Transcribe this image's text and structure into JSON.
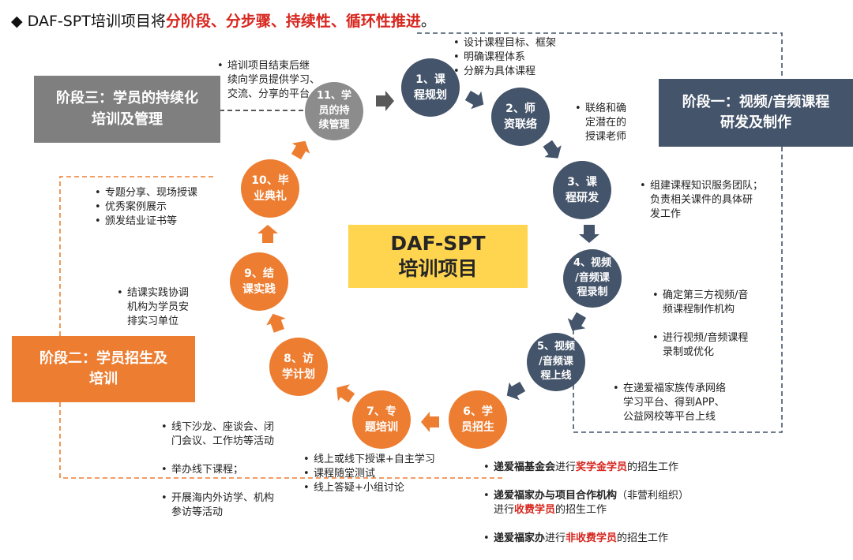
{
  "headline": {
    "prefix": "◆  DAF-SPT培训项目将",
    "highlight": "分阶段、分步骤、持续性、循环性推进",
    "suffix": "。"
  },
  "center_title": "DAF-SPT\n培训项目",
  "stages": {
    "one": "阶段一：视频/音频课程\n研发及制作",
    "two": "阶段二：学员招生及\n培训",
    "three": "阶段三：学员的持续化\n培训及管理"
  },
  "steps": [
    {
      "label": "1、课\n程规划"
    },
    {
      "label": "2、师\n资联络"
    },
    {
      "label": "3、课\n程研发"
    },
    {
      "label": "4、视频\n/音频课\n程录制"
    },
    {
      "label": "5、视频\n/音频课\n程上线"
    },
    {
      "label": "6、学\n员招生"
    },
    {
      "label": "7、专\n题培训"
    },
    {
      "label": "8、访\n学计划"
    },
    {
      "label": "9、结\n课实践"
    },
    {
      "label": "10、毕\n业典礼"
    },
    {
      "label": "11、学\n员的持\n续管理"
    }
  ],
  "notes": {
    "s1": [
      "设计课程目标、框架",
      "明确课程体系",
      "分解为具体课程"
    ],
    "s2": [
      "联络和确\n定潜在的\n授课老师"
    ],
    "s3": [
      "组建课程知识服务团队；\n负责相关课件的具体研\n发工作"
    ],
    "s4": [
      "确定第三方视频/音\n频课程制作机构",
      "进行视频/音频课程\n录制或优化"
    ],
    "s5": [
      "在递爱福家族传承网络\n学习平台、得到APP、\n公益网校等平台上线"
    ],
    "s7": [
      "线上或线下授课+自主学习",
      "课程随堂测试",
      "线上答疑+小组讨论"
    ],
    "s8": [
      "线下沙龙、座谈会、闭\n门会议、工作坊等活动",
      "举办线下课程；",
      "开展海内外访学、机构\n参访等活动"
    ],
    "s9": [
      "结课实践协调\n机构为学员安\n排实习单位"
    ],
    "s10": [
      "专题分享、现场授课",
      "优秀案例展示",
      "颁发结业证书等"
    ],
    "s11": [
      "培训项目结束后继\n续向学员提供学习、\n交流、分享的平台"
    ]
  },
  "recruit": [
    {
      "org": "递爱福基金会",
      "mid": "进行",
      "hl": "奖学金学员",
      "end": "的招生工作"
    },
    {
      "org": "递爱福家办与项目合作机构",
      "mid": "（非营利组织）\n进行",
      "hl": "收费学员",
      "end": "的招生工作"
    },
    {
      "org": "递爱福家办",
      "mid": "进行",
      "hl": "非收费学员",
      "end": "的招生工作"
    }
  ],
  "colors": {
    "navy": "#44546a",
    "orange": "#ed7d31",
    "gray": "#8c8c8c",
    "yellow": "#ffd54f",
    "highlight_red": "#d7261e"
  }
}
